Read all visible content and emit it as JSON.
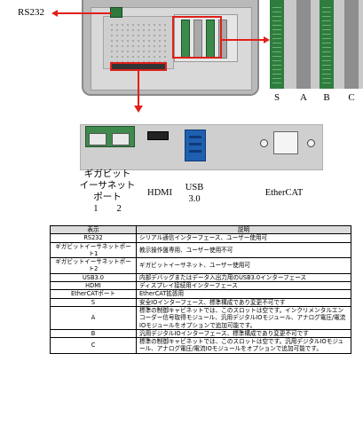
{
  "figure_top": {
    "rs232_label": "RS232",
    "slot_letters": [
      "S",
      "A",
      "B",
      "C"
    ]
  },
  "figure_io": {
    "gigabit_label_lines": [
      "ギガビット",
      "イーサネット",
      "ポート"
    ],
    "gigabit_numbers": "1　　2",
    "hdmi_label": "HDMI",
    "usb_label_line1": "USB",
    "usb_label_line2": "3.0",
    "ethercat_label": "EtherCAT"
  },
  "table": {
    "headers": [
      "表示",
      "説明"
    ],
    "rows": [
      {
        "name": "RS232",
        "desc": "シリアル通信インターフェース、ユーザー使用可"
      },
      {
        "name": "ギガビットイーサネットポート1",
        "desc": "教示操作盤専用、ユーザー使用不可"
      },
      {
        "name": "ギガビットイーサネットポート2",
        "desc": "ギガビットイーサネット、ユーザー使用可"
      },
      {
        "name": "USB3.0",
        "desc": "内部デバッグまたはデータ入出力用のUSB3.0インターフェース"
      },
      {
        "name": "HDMI",
        "desc": "ディスプレイ接続用インターフェース"
      },
      {
        "name": "EtherCATポート",
        "desc": "EtherCAT拡張用"
      },
      {
        "name": "S",
        "desc": "安全IOインターフェース、標準構成であり変更不可です"
      },
      {
        "name": "A",
        "desc": "標準の制御キャビネットでは、このスロットは空です。インクリメンタルエンコーダー信号取得モジュール、汎用デジタルIOモジュール、アナログ電圧/電流IOモジュールをオプションで追加可能です。"
      },
      {
        "name": "B",
        "desc": "汎用デジタルIOインターフェース、標準構成であり変更不可です"
      },
      {
        "name": "C",
        "desc": "標準の制御キャビネットでは、このスロットは空です。汎用デジタルIOモジュール、アナログ電圧/電流IOモジュールをオプションで追加可能です。"
      }
    ]
  }
}
